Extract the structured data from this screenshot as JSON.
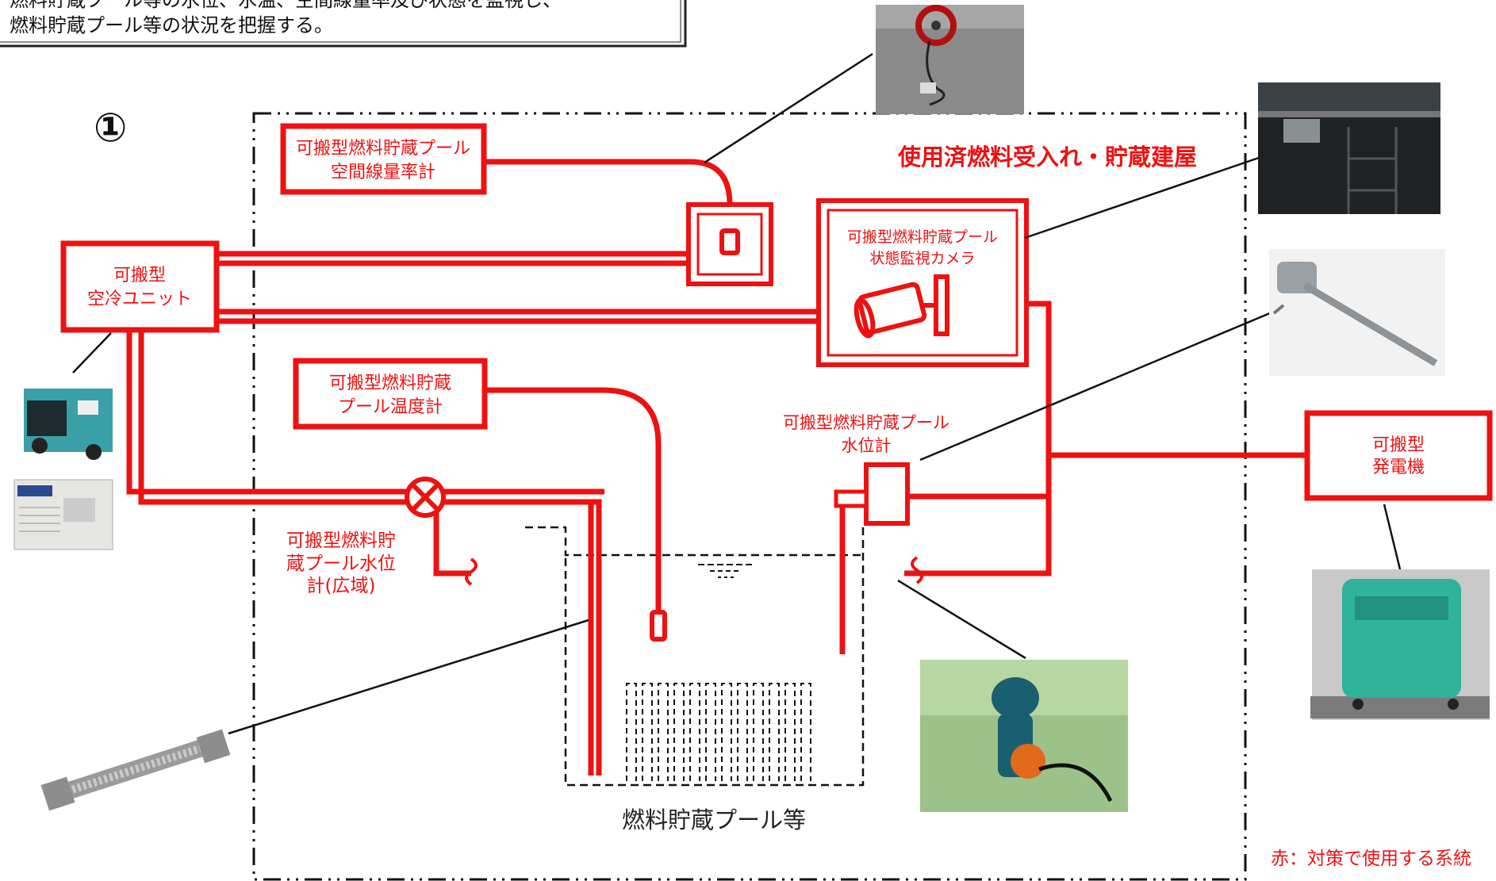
{
  "header": {
    "line1": "燃料貯蔵プール等の水位、水温、空間線量率及び状態を監視し、",
    "line2": "燃料貯蔵プール等の状況を把握する。"
  },
  "diagram": {
    "number": "①",
    "building": "使用済燃料受入れ・貯蔵建屋",
    "pool": "燃料貯蔵プール等",
    "legend": "赤：対策で使用する系統",
    "colors": {
      "system": "#ee1111",
      "line": "#000000",
      "background": "#ffffff"
    },
    "devices": {
      "dose_meter": {
        "line1": "可搬型燃料貯蔵プール",
        "line2": "空間線量率計"
      },
      "cooling_unit": {
        "line1": "可搬型",
        "line2": "空冷ユニット"
      },
      "camera": {
        "line1": "可搬型燃料貯蔵プール",
        "line2": "状態監視カメラ"
      },
      "temperature": {
        "line1": "可搬型燃料貯蔵",
        "line2": "プール温度計"
      },
      "level_meter": {
        "line1": "可搬型燃料貯蔵プール",
        "line2": "水位計"
      },
      "wide_level": {
        "line1": "可搬型燃料貯",
        "line2": "蔵プール水位",
        "line3": "計(広域)"
      },
      "generator": {
        "line1": "可搬型",
        "line2": "発電機"
      }
    },
    "photos": [
      "cable-reel-photo",
      "camera-photo",
      "thermometer-photo",
      "compressor-photo",
      "chiller-photo",
      "generator-photo",
      "level-sensor-photo",
      "flexible-hose-photo"
    ]
  }
}
